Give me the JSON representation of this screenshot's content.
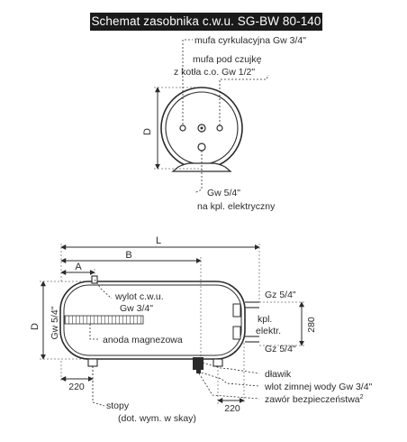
{
  "title": "Schemat zasobnika c.w.u. SG-BW 80-140",
  "top_view": {
    "labels": {
      "mufa_cyrkulacyjna": "mufa cyrkulacyjna Gw 3/4\"",
      "mufa_pod_czujke_1": "mufa pod czujkę",
      "mufa_pod_czujke_2": "z kotła c.o. Gw 1/2\"",
      "gw54_1": "Gw 5/4\"",
      "gw54_2": "na kpl. elektryczny"
    },
    "dim_d": "D"
  },
  "side_view": {
    "dims": {
      "L": "L",
      "B": "B",
      "A": "A",
      "D": "D",
      "gw54_vertical": "Gw 5/4\"",
      "dim_280": "280",
      "dim_220_left": "220",
      "dim_220_right": "220"
    },
    "labels": {
      "wylot_1": "wylot c.w.u.",
      "wylot_2": "Gw 3/4\"",
      "anoda": "anoda magnezowa",
      "gz_top": "Gz 5/4\"",
      "kpl_1": "kpl.",
      "kpl_2": "elektr.",
      "gz_bottom": "Gz 5/4\"",
      "dlawik": "dławik",
      "wlot": "wlot zimnej wody Gw 3/4\"",
      "zawor": "zawór bezpieczeństwa",
      "zawor_sup": "2",
      "stopy_1": "stopy",
      "stopy_2": "(dot. wym. w skay)"
    }
  },
  "colors": {
    "line": "#2b2b2b",
    "tank_fill": "#ffffff",
    "background": "#ffffff",
    "title_bg": "#1a1a1a",
    "title_text": "#ffffff",
    "anode": "#777777"
  }
}
